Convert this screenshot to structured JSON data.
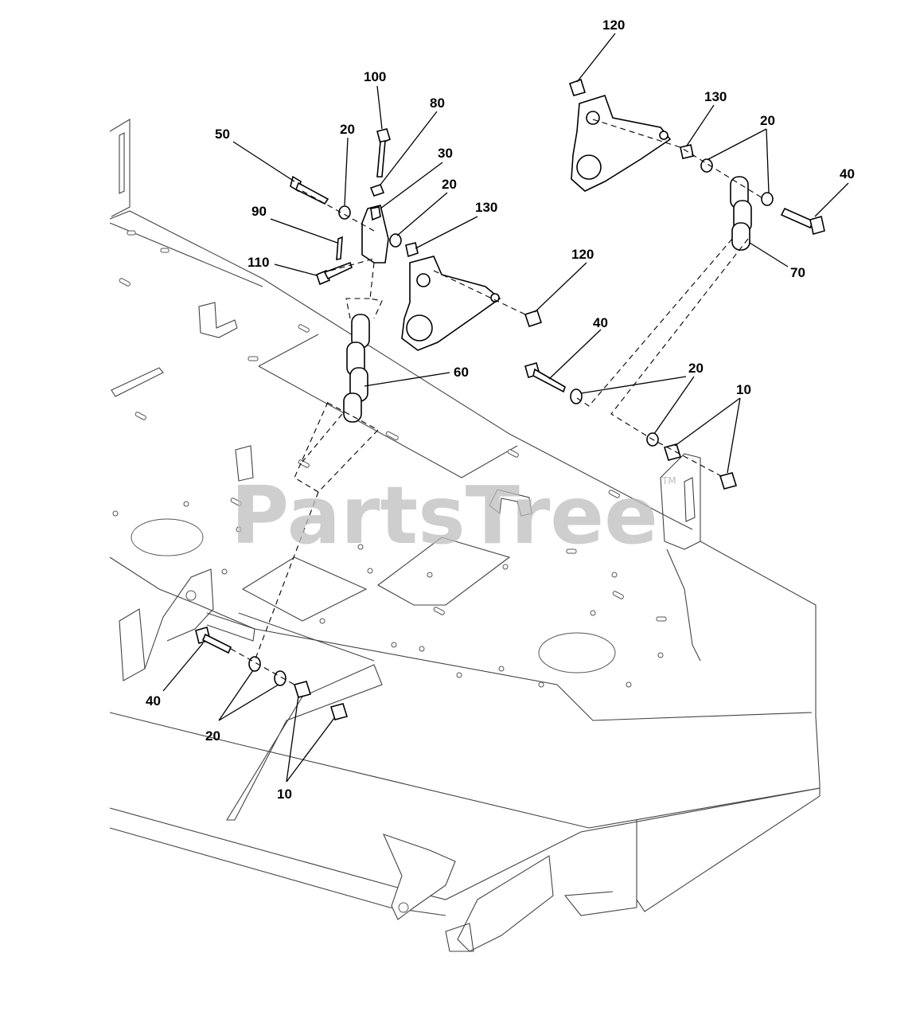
{
  "watermark": {
    "brand": "PartsTree",
    "trademark": "TM"
  },
  "callouts": [
    {
      "id": "c120a",
      "label": "120"
    },
    {
      "id": "c100",
      "label": "100"
    },
    {
      "id": "c80",
      "label": "80"
    },
    {
      "id": "c130a",
      "label": "130"
    },
    {
      "id": "c50",
      "label": "50"
    },
    {
      "id": "c20a",
      "label": "20"
    },
    {
      "id": "c30",
      "label": "30"
    },
    {
      "id": "c20b",
      "label": "20"
    },
    {
      "id": "c20c",
      "label": "20"
    },
    {
      "id": "c40a",
      "label": "40"
    },
    {
      "id": "c90",
      "label": "90"
    },
    {
      "id": "c130b",
      "label": "130"
    },
    {
      "id": "c120b",
      "label": "120"
    },
    {
      "id": "c110",
      "label": "110"
    },
    {
      "id": "c70",
      "label": "70"
    },
    {
      "id": "c40b",
      "label": "40"
    },
    {
      "id": "c60",
      "label": "60"
    },
    {
      "id": "c20d",
      "label": "20"
    },
    {
      "id": "c10a",
      "label": "10"
    },
    {
      "id": "c40c",
      "label": "40"
    },
    {
      "id": "c20e",
      "label": "20"
    },
    {
      "id": "c10b",
      "label": "10"
    }
  ]
}
